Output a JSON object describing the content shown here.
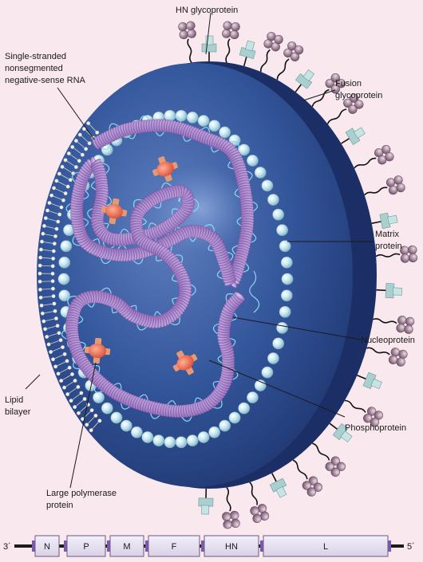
{
  "labels": {
    "hn": "HN glycoprotein",
    "rna": [
      "Single-stranded",
      "nonsegmented",
      "negative-sense RNA"
    ],
    "fusion": [
      "Fusion",
      "glycoprotein"
    ],
    "matrix": [
      "Matrix",
      "protein"
    ],
    "nucleo": "Nucleoprotein",
    "phospho": "Phosphoprotein",
    "polymerase": [
      "Large polymerase",
      "protein"
    ],
    "lipid": [
      "Lipid",
      "bilayer"
    ]
  },
  "genome": {
    "left_end": "3´",
    "right_end": "5´",
    "genes": [
      "N",
      "P",
      "M",
      "F",
      "HN",
      "L"
    ]
  },
  "colors": {
    "background": "#f9e8ee",
    "virion_core": "#2e4f92",
    "virion_edge": "#1b2f66",
    "matrix_bead": "#bfe3ee",
    "nucleocapsid": "#a481c8",
    "rna_strand": "#8fd6f0",
    "polymerase": "#e0583c",
    "phosphoprotein": "#e8a078",
    "hn_spike": "#a08296",
    "fusion_spike": "#a9cfcf",
    "gene_box": "#e6e0ee",
    "genome_line": "#1a1a1a"
  }
}
